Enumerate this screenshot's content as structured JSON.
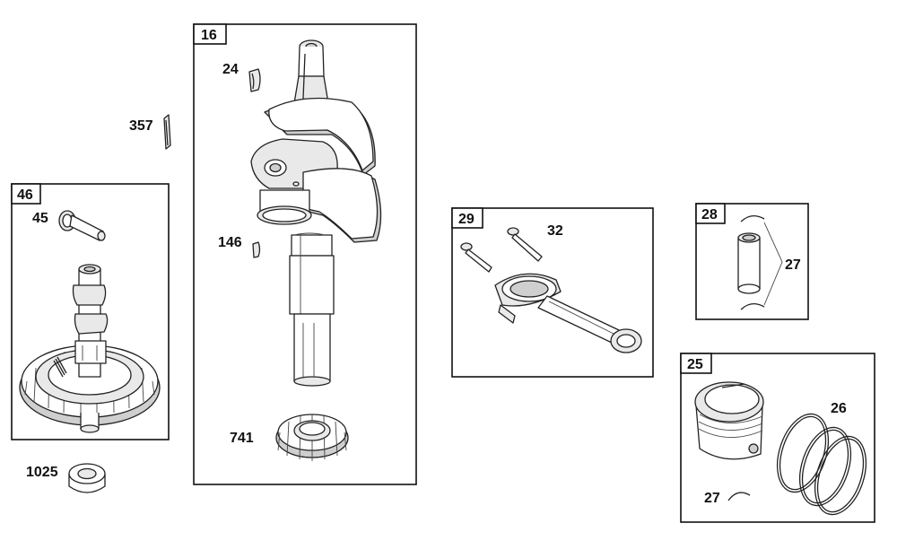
{
  "callouts": {
    "c16": "16",
    "c24": "24",
    "c357": "357",
    "c46": "46",
    "c45": "45",
    "c146": "146",
    "c29": "29",
    "c32": "32",
    "c28": "28",
    "c27a": "27",
    "c25": "25",
    "c26": "26",
    "c27b": "27",
    "c741": "741",
    "c1025": "1025"
  }
}
